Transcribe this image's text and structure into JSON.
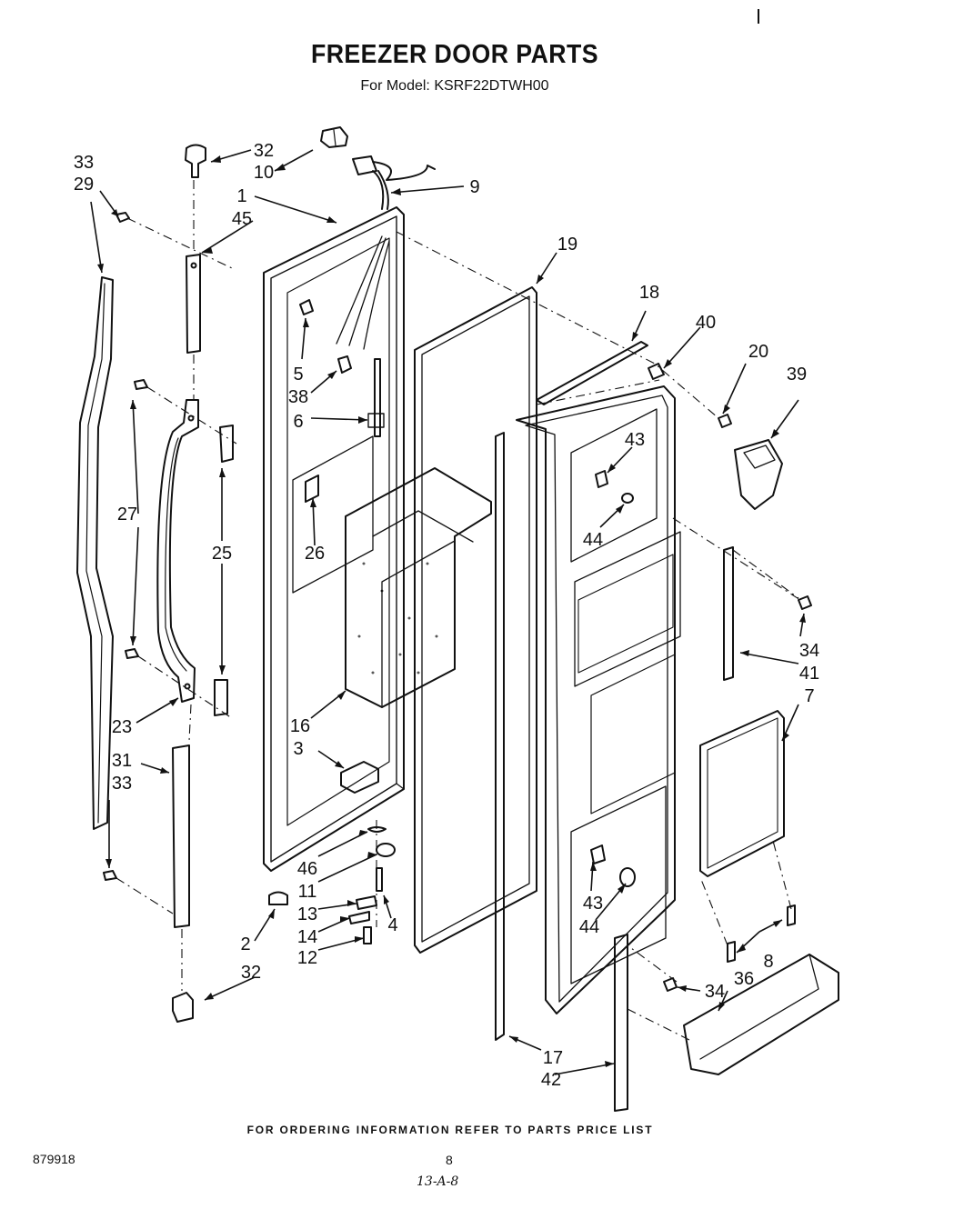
{
  "header": {
    "title": "FREEZER DOOR PARTS",
    "subtitle": "For Model: KSRF22DTWH00"
  },
  "callouts": [
    "32",
    "10",
    "33",
    "29",
    "1",
    "45",
    "9",
    "19",
    "18",
    "40",
    "20",
    "39",
    "5",
    "38",
    "6",
    "43",
    "27",
    "26",
    "25",
    "44",
    "34",
    "41",
    "7",
    "16",
    "23",
    "3",
    "31",
    "33",
    "46",
    "11",
    "13",
    "14",
    "12",
    "4",
    "2",
    "32",
    "43",
    "44",
    "8",
    "36",
    "34",
    "17",
    "42"
  ],
  "footer": {
    "ordering_note": "FOR ORDERING INFORMATION REFER TO PARTS PRICE LIST",
    "doc_number": "879918",
    "page_number": "8",
    "handwritten_ref": "13-A-8"
  }
}
